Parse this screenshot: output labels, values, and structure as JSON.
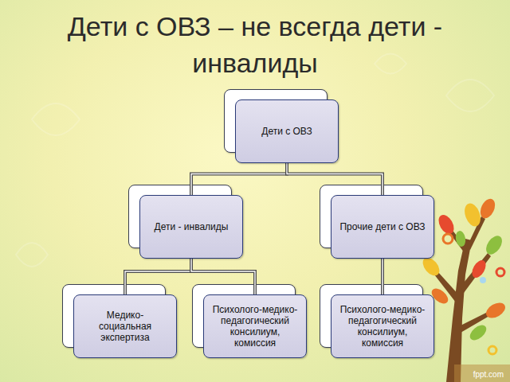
{
  "diagram": {
    "title": "Дети с ОВЗ – не всегда дети - инвалиды",
    "nodes": [
      {
        "text": [
          "Дети с ОВЗ"
        ]
      },
      {
        "text": [
          "Дети - инвалиды"
        ]
      },
      {
        "text": [
          "Прочие дети с ОВЗ"
        ]
      },
      {
        "text": [
          "Медико- социальная экспертиза"
        ]
      },
      {
        "text": [
          "Психолого-медико- педагогический консилиум, комиссия"
        ]
      },
      {
        "text": [
          "Психолого-медико- педагогический консилиум, комиссия"
        ]
      }
    ],
    "edges": [
      {
        "from": 0,
        "to": 1,
        "arrow": "none"
      },
      {
        "from": 0,
        "to": 2,
        "arrow": "none"
      },
      {
        "from": 1,
        "to": 3,
        "arrow": "none"
      },
      {
        "from": 1,
        "to": 4,
        "arrow": "none"
      },
      {
        "from": 2,
        "to": 5,
        "arrow": "none"
      }
    ],
    "labels": [
      "fppt.com"
    ]
  }
}
